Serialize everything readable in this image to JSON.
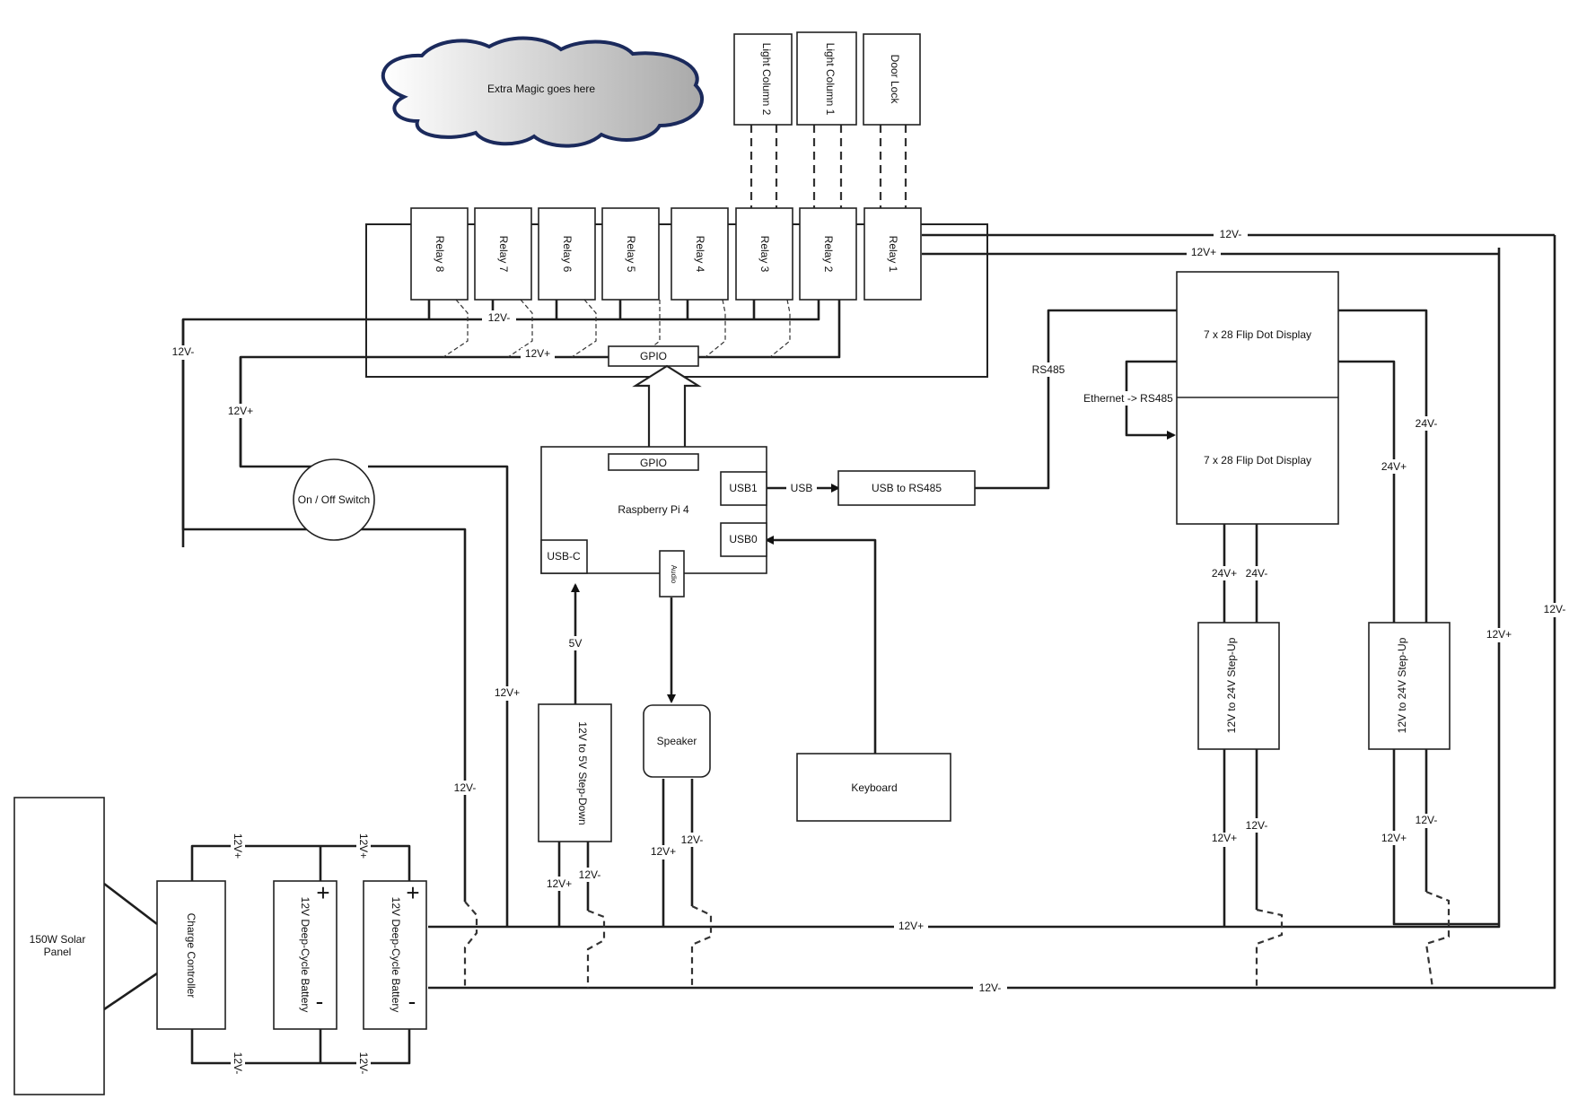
{
  "cloud": "Extra Magic goes here",
  "devices": {
    "light_column_2": "Light Column 2",
    "light_column_1": "Light Column 1",
    "door_lock": "Door Lock"
  },
  "relays": [
    "Relay 8",
    "Relay 7",
    "Relay 6",
    "Relay 5",
    "Relay 4",
    "Relay 3",
    "Relay 2",
    "Relay 1"
  ],
  "gpio": "GPIO",
  "pi": {
    "title": "Raspberry Pi 4",
    "gpio": "GPIO",
    "usb1": "USB1",
    "usb0": "USB0",
    "usbc": "USB-C",
    "audio": "Audio"
  },
  "usb_to_rs485": "USB to RS485",
  "displays": [
    "7 x 28 Flip Dot Display",
    "7 x 28 Flip Dot Display"
  ],
  "switch": "On / Off Switch",
  "step_down": "12V to 5V Step-Down",
  "step_up": [
    "12V to 24V Step-Up",
    "12V to 24V Step-Up"
  ],
  "speaker": "Speaker",
  "keyboard": "Keyboard",
  "solar": [
    "150W Solar",
    "Panel"
  ],
  "charge_controller": "Charge Controller",
  "batteries": [
    "12V Deep-Cycle Battery",
    "12V Deep-Cycle Battery"
  ],
  "plus": "+",
  "minus": "-",
  "labels": {
    "v12n": "12V-",
    "v12p": "12V+",
    "v24n": "24V-",
    "v24p": "24V+",
    "v5": "5V",
    "usb": "USB",
    "rs485": "RS485",
    "eth": "Ethernet -> RS485"
  }
}
